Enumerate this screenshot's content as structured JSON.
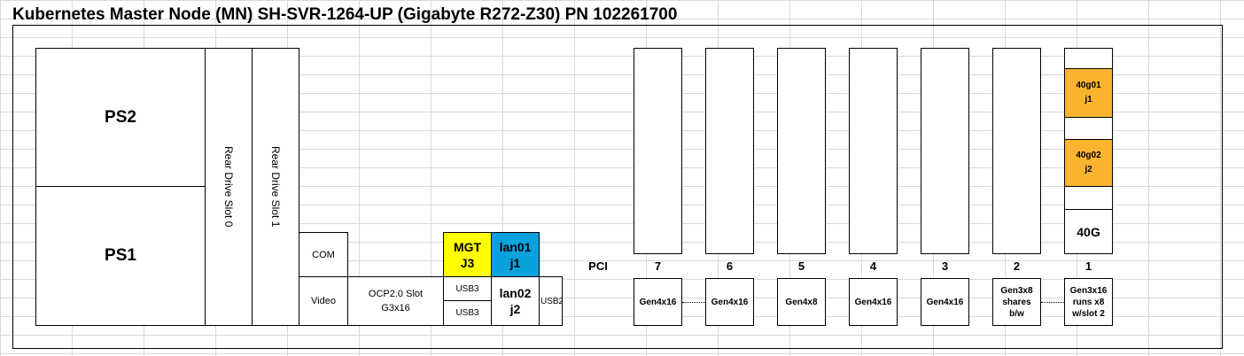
{
  "title": "Kubernetes Master Node (MN) SH-SVR-1264-UP (Gigabyte R272-Z30)  PN 102261700",
  "power_supplies": [
    "PS2",
    "PS1"
  ],
  "rear_drive_slots": [
    "Rear Drive Slot 0",
    "Rear Drive Slot 1"
  ],
  "io": {
    "com": "COM",
    "video": "Video",
    "ocp_line1": "OCP2.0 Slot",
    "ocp_line2": "G3x16",
    "mgt_line1": "MGT",
    "mgt_line2": "J3",
    "lan01_line1": "lan01",
    "lan01_line2": "j1",
    "usb3_top": "USB3",
    "usb3_bottom": "USB3",
    "lan02_line1": "lan02",
    "lan02_line2": "j2",
    "usb2": "USB2"
  },
  "pci_label": "PCI",
  "pci_slots": [
    {
      "number": "7",
      "gen": [
        "Gen4x16"
      ]
    },
    {
      "number": "6",
      "gen": [
        "Gen4x16"
      ]
    },
    {
      "number": "5",
      "gen": [
        "Gen4x8"
      ]
    },
    {
      "number": "4",
      "gen": [
        "Gen4x16"
      ]
    },
    {
      "number": "3",
      "gen": [
        "Gen4x16"
      ]
    },
    {
      "number": "2",
      "gen": [
        "Gen3x8",
        "shares",
        "b/w"
      ]
    },
    {
      "number": "1",
      "gen": [
        "Gen3x16",
        "runs x8",
        "w/slot 2"
      ]
    }
  ],
  "slot1_card": {
    "port1_line1": "40g01",
    "port1_line2": "j1",
    "port2_line1": "40g02",
    "port2_line2": "j2",
    "label": "40G"
  },
  "colors": {
    "mgt": "#ffff00",
    "lan01": "#0aa1dd",
    "ports_40g": "#fcb430"
  }
}
